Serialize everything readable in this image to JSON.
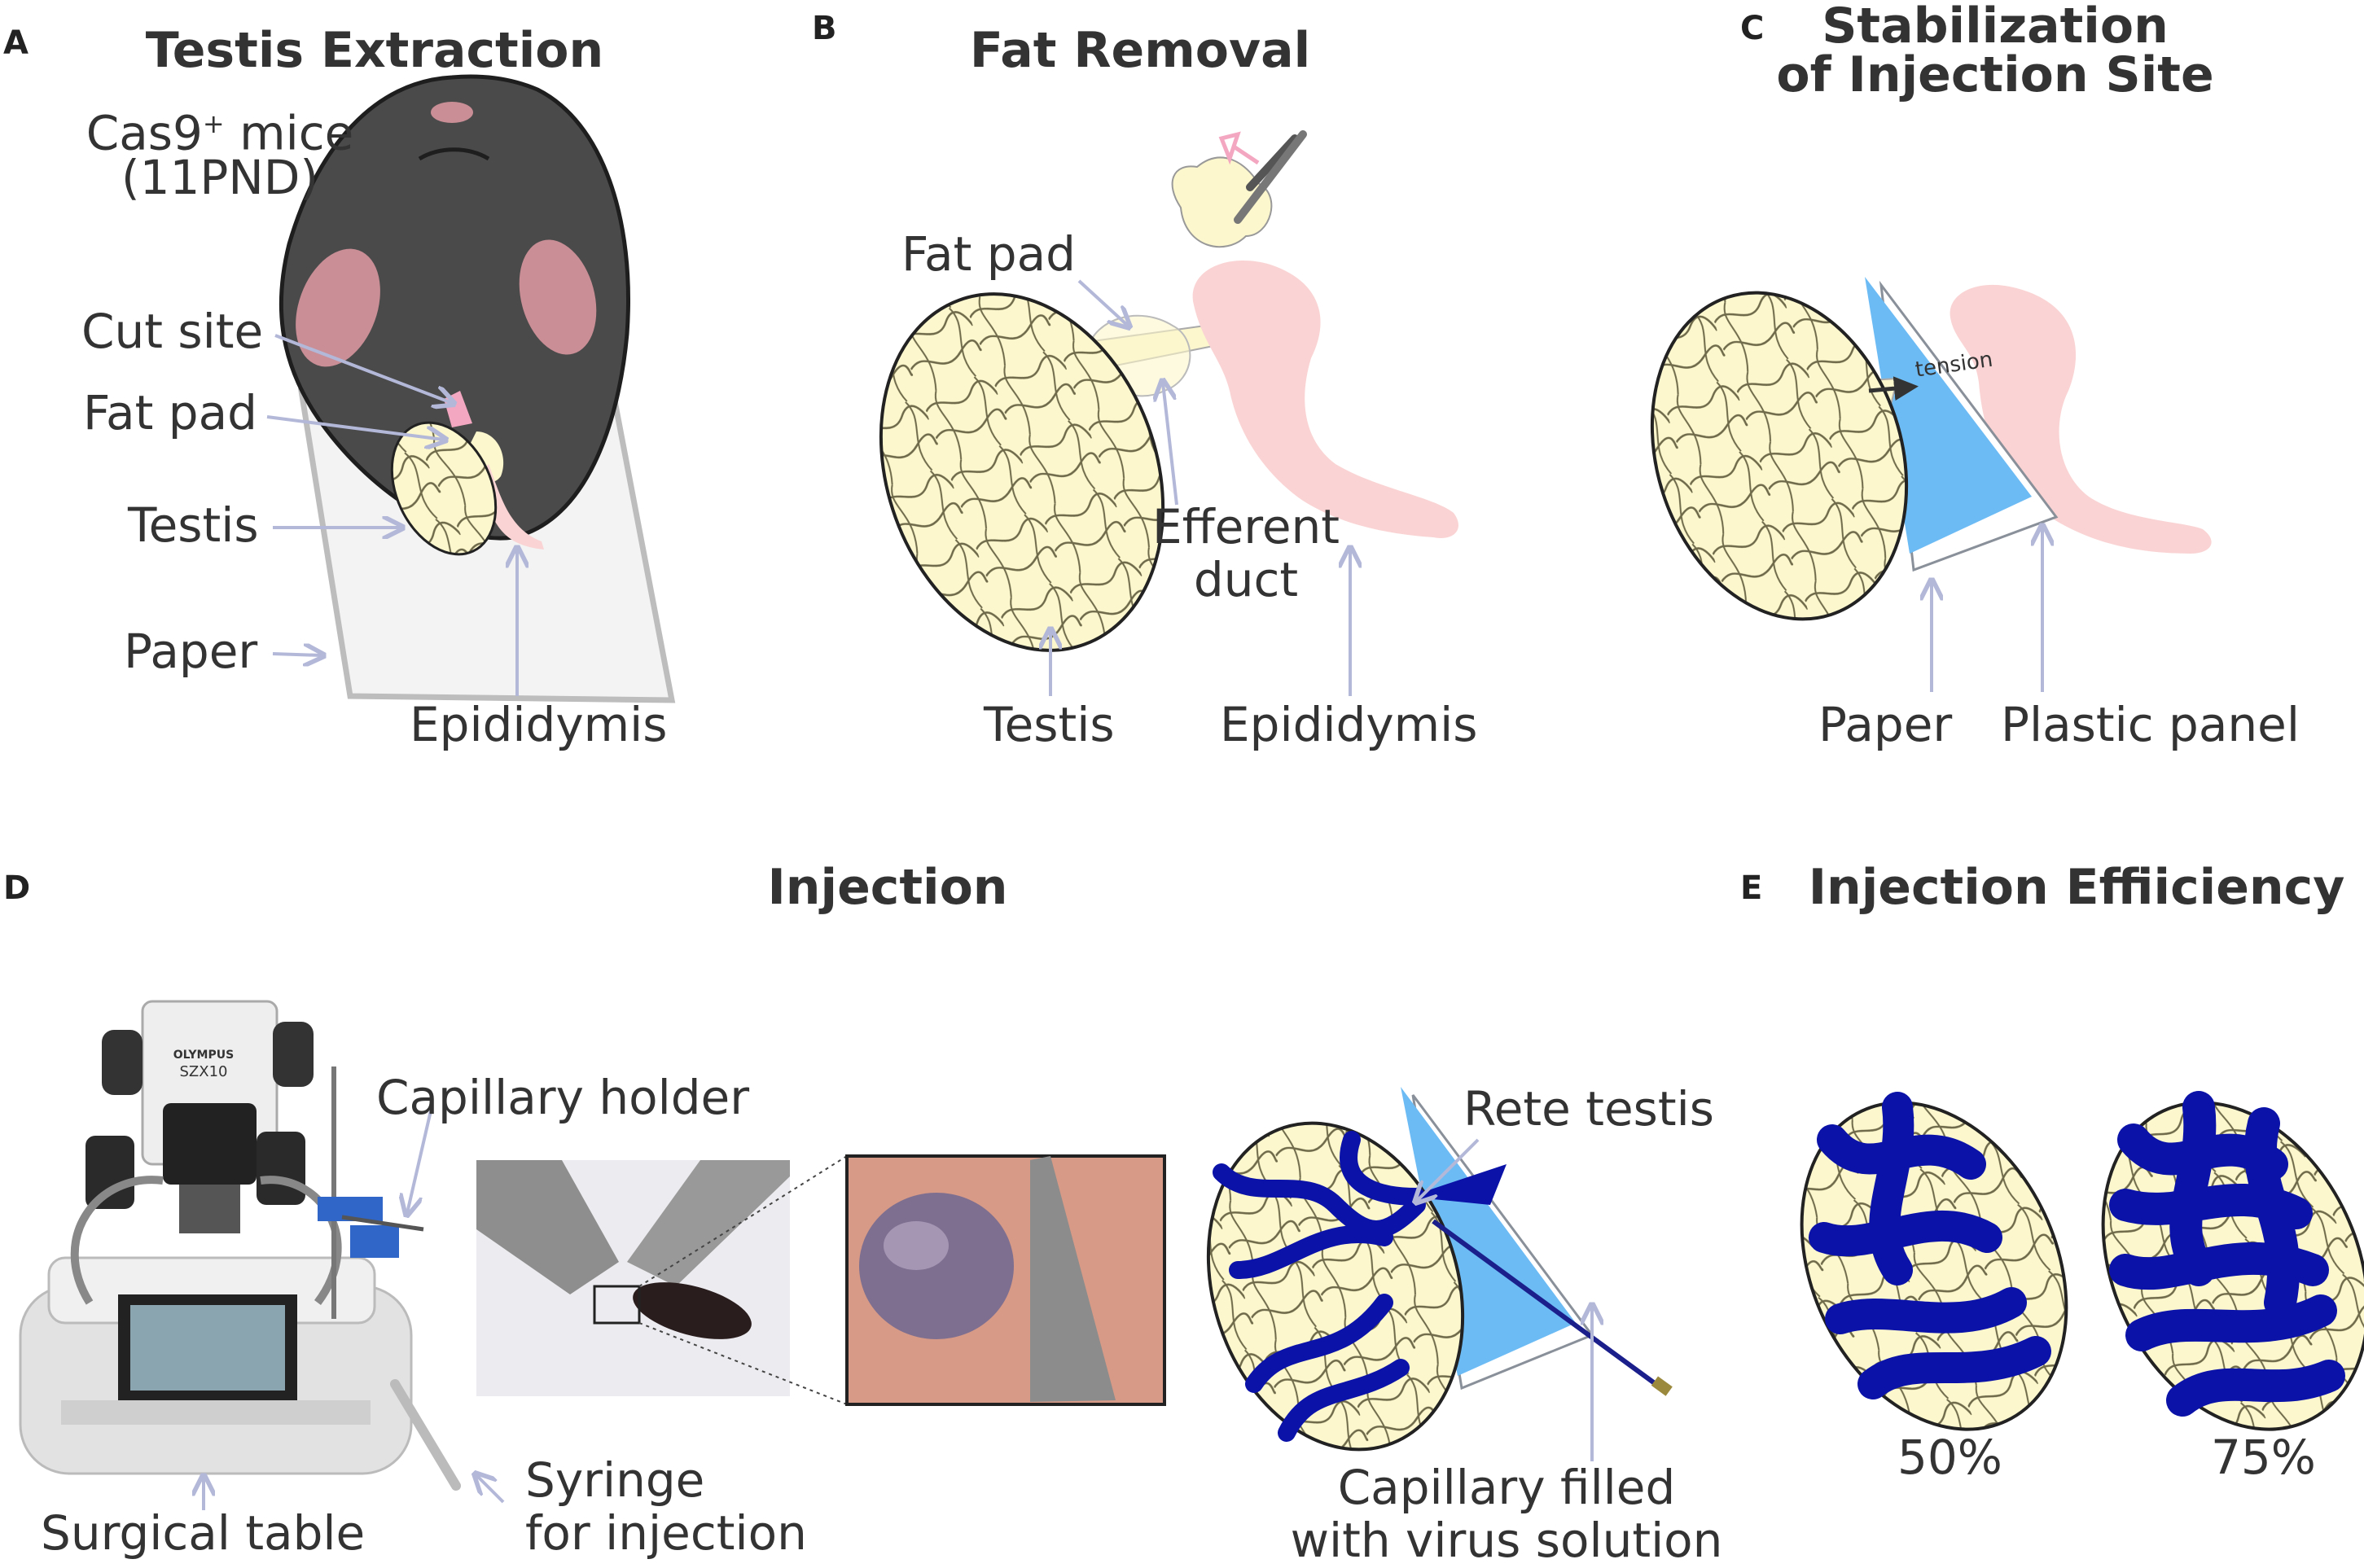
{
  "panels": {
    "a": {
      "letter": "A",
      "title": "Testis Extraction",
      "mice_line1": "Cas9",
      "mice_sup": "+",
      "mice_line1_rest": " mice",
      "mice_line2": "(11PND)",
      "cut_site": "Cut site",
      "fat_pad": "Fat pad",
      "testis": "Testis",
      "paper": "Paper",
      "epididymis": "Epididymis"
    },
    "b": {
      "letter": "B",
      "title": "Fat Removal",
      "fat_pad": "Fat pad",
      "efferent_line1": "Efferent",
      "efferent_line2": "duct",
      "testis": "Testis",
      "epididymis": "Epididymis"
    },
    "c": {
      "letter": "C",
      "title_line1": "Stabilization",
      "title_line2": "of Injection Site",
      "tension": "tension",
      "paper": "Paper",
      "plastic_panel": "Plastic panel"
    },
    "d": {
      "letter": "D",
      "title": "Injection",
      "capillary_holder": "Capillary holder",
      "surgical_table": "Surgical table",
      "syringe_line1": "Syringe",
      "syringe_line2": "for injection",
      "rete_testis": "Rete testis",
      "capillary_line1": "Capillary filled",
      "capillary_line2": "with virus solution",
      "microscope_brand": "OLYMPUS",
      "microscope_model": "SZX10"
    },
    "e": {
      "letter": "E",
      "title": "Injection Effiiciency",
      "pct_left": "50%",
      "pct_right": "75%"
    }
  },
  "colors": {
    "mouse": "#4a4a4a",
    "ear": "#c98e96",
    "testis_fill": "#fcf7cc",
    "epididymis": "#fad4d4",
    "arrow": "#b3b8d9",
    "plastic_panel": "#6dbbf5",
    "virus": "#0a12a8",
    "paper_fill": "#f3f3f3"
  }
}
